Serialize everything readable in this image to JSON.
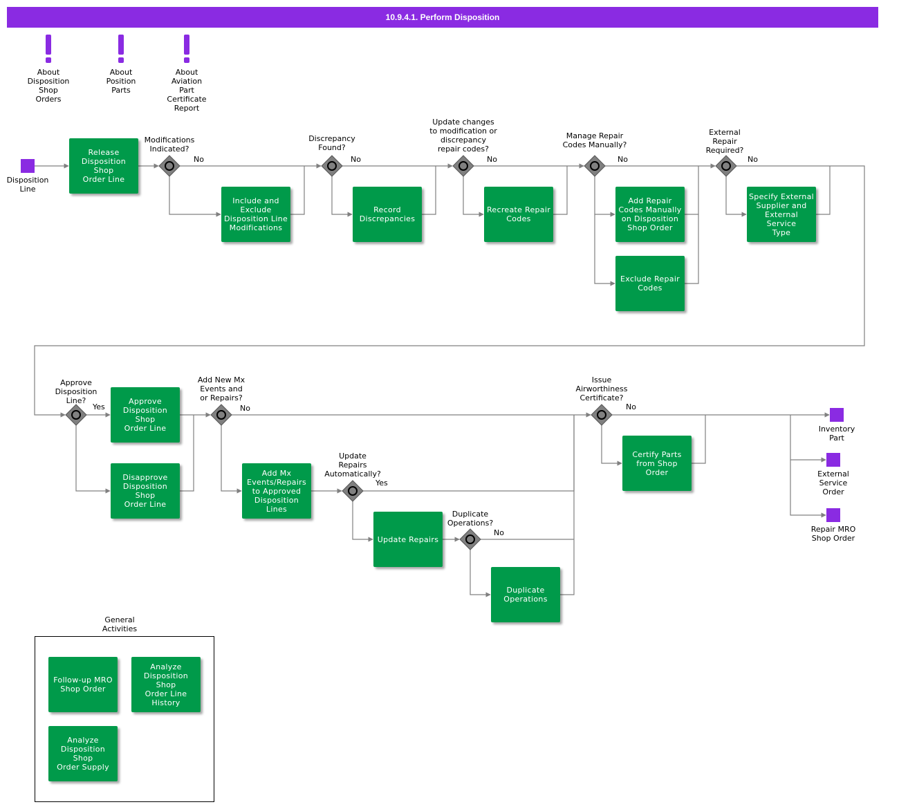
{
  "title": "10.9.4.1. Perform Disposition",
  "colors": {
    "title_bar": "#8a2be2",
    "task": "#009a4a",
    "event": "#8a2be2",
    "gateway": "#808080",
    "line": "#808080",
    "exclamation": "#8a2be2"
  },
  "about": [
    {
      "label": "About\nDisposition\nShop\nOrders",
      "icon": "exclamation-icon"
    },
    {
      "label": "About\nPosition\nParts",
      "icon": "exclamation-icon"
    },
    {
      "label": "About\nAviation\nPart\nCertificate\nReport",
      "icon": "exclamation-icon"
    }
  ],
  "start_event": {
    "label": "Disposition\nLine"
  },
  "tasks": {
    "release": "Release\nDisposition Shop\nOrder Line",
    "include_exclude": "Include and\nExclude\nDisposition Line\nModifications",
    "record_discrepancies": "Record\nDiscrepancies",
    "recreate_repair_codes": "Recreate Repair\nCodes",
    "add_repair_codes": "Add Repair\nCodes Manually\non Disposition\nShop Order",
    "exclude_repair_codes": "Exclude Repair\nCodes",
    "specify_external": "Specify External\nSupplier and\nExternal Service\nType",
    "approve": "Approve\nDisposition Shop\nOrder Line",
    "disapprove": "Disapprove\nDisposition Shop\nOrder Line",
    "add_mx_events": "Add Mx\nEvents/Repairs\nto Approved\nDisposition Lines",
    "update_repairs": "Update Repairs",
    "duplicate_operations": "Duplicate\nOperations",
    "certify_parts": "Certify Parts\nfrom Shop\nOrder"
  },
  "gateways": {
    "modifications": "Modifications\nIndicated?",
    "discrepancy": "Discrepancy\nFound?",
    "update_changes": "Update changes\nto modification or\ndiscrepancy\nrepair codes?",
    "manage_repair": "Manage Repair\nCodes Manually?",
    "external_repair": "External\nRepair\nRequired?",
    "approve_line": "Approve\nDisposition\nLine?",
    "add_new_mx": "Add New Mx\nEvents and\nor Repairs?",
    "update_auto": "Update\nRepairs\nAutomatically?",
    "duplicate_ops": "Duplicate\nOperations?",
    "airworthiness": "Issue\nAirworthiness\nCertificate?"
  },
  "flow_labels": {
    "no": "No",
    "yes": "Yes"
  },
  "end_events": {
    "inventory_part": "Inventory\nPart",
    "external_service_order": "External\nService\nOrder",
    "repair_mro": "Repair MRO\nShop Order"
  },
  "general": {
    "title": "General\nActivities",
    "tasks": [
      "Follow-up MRO\nShop Order",
      "Analyze\nDisposition Shop\nOrder Line\nHistory",
      "Analyze\nDisposition Shop\nOrder Supply"
    ]
  }
}
